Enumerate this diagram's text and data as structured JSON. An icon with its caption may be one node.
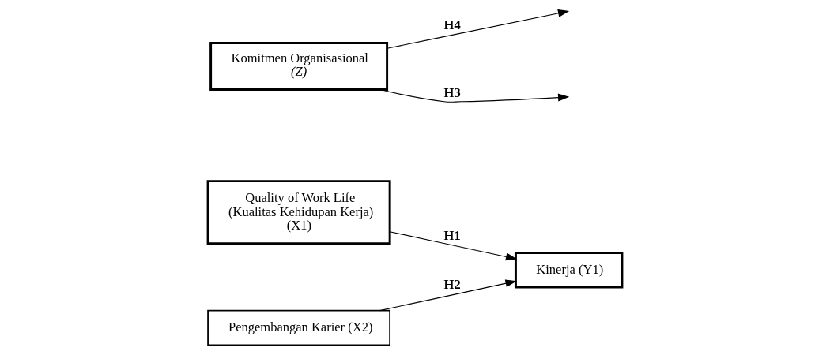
{
  "diagram": {
    "nodes": [
      {
        "text": [
          "Quality of Work Life (Kualitas Kehidupan Kerja) (X1)"
        ]
      },
      {
        "text": [
          "Kinerja (Y1)"
        ]
      },
      {
        "text": [
          "Pengembangan Karier (X2)"
        ]
      },
      {
        "text": [
          "Komitmen Organisasional",
          "(Z)"
        ]
      }
    ],
    "edges": [
      {
        "from": 0,
        "to": 1,
        "arrow": "to",
        "label": "H1"
      },
      {
        "from": 2,
        "to": 1,
        "arrow": "to",
        "label": "H2"
      },
      {
        "from": 3,
        "to": null,
        "arrow": "to",
        "label": "H3"
      },
      {
        "from": 3,
        "to": null,
        "arrow": "to",
        "label": "H4"
      }
    ]
  }
}
